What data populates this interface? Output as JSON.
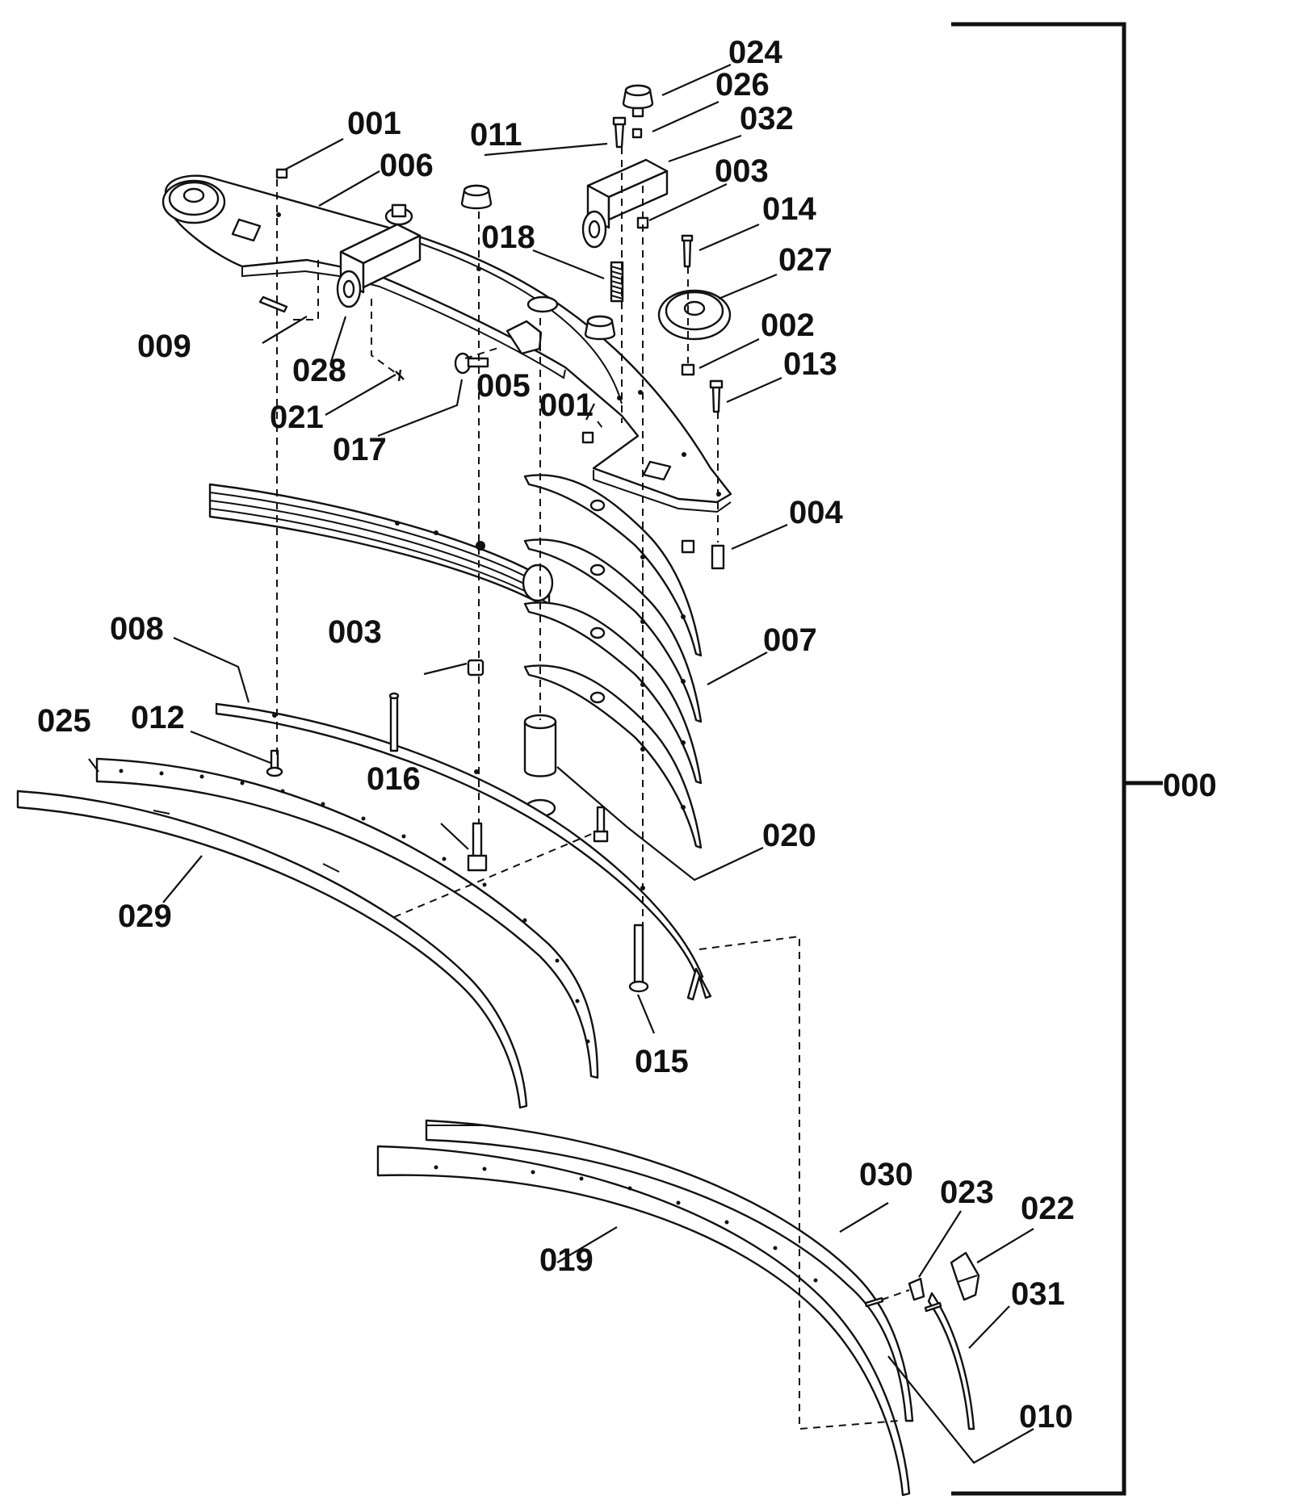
{
  "assembly_label": "000",
  "callouts": [
    {
      "id": "c001a",
      "label": "001"
    },
    {
      "id": "c001b",
      "label": "001"
    },
    {
      "id": "c002",
      "label": "002"
    },
    {
      "id": "c003a",
      "label": "003"
    },
    {
      "id": "c003b",
      "label": "003"
    },
    {
      "id": "c004",
      "label": "004"
    },
    {
      "id": "c005",
      "label": "005"
    },
    {
      "id": "c006",
      "label": "006"
    },
    {
      "id": "c007",
      "label": "007"
    },
    {
      "id": "c008",
      "label": "008"
    },
    {
      "id": "c009",
      "label": "009"
    },
    {
      "id": "c010",
      "label": "010"
    },
    {
      "id": "c011",
      "label": "011"
    },
    {
      "id": "c012",
      "label": "012"
    },
    {
      "id": "c013",
      "label": "013"
    },
    {
      "id": "c014",
      "label": "014"
    },
    {
      "id": "c015",
      "label": "015"
    },
    {
      "id": "c016",
      "label": "016"
    },
    {
      "id": "c017",
      "label": "017"
    },
    {
      "id": "c018",
      "label": "018"
    },
    {
      "id": "c019",
      "label": "019"
    },
    {
      "id": "c020",
      "label": "020"
    },
    {
      "id": "c021",
      "label": "021"
    },
    {
      "id": "c022",
      "label": "022"
    },
    {
      "id": "c023",
      "label": "023"
    },
    {
      "id": "c024",
      "label": "024"
    },
    {
      "id": "c025",
      "label": "025"
    },
    {
      "id": "c026",
      "label": "026"
    },
    {
      "id": "c027",
      "label": "027"
    },
    {
      "id": "c028",
      "label": "028"
    },
    {
      "id": "c029",
      "label": "029"
    },
    {
      "id": "c030",
      "label": "030"
    },
    {
      "id": "c031",
      "label": "031"
    },
    {
      "id": "c032",
      "label": "032"
    }
  ]
}
